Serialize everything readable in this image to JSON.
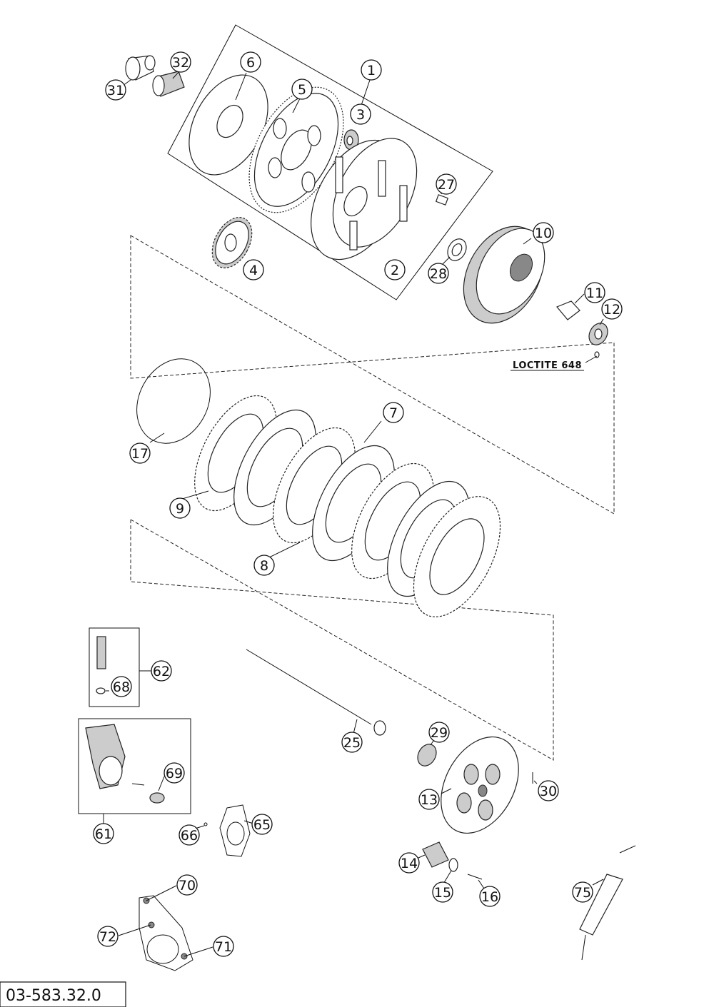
{
  "diagram": {
    "callouts": [
      "1",
      "2",
      "3",
      "4",
      "5",
      "6",
      "7",
      "8",
      "9",
      "10",
      "11",
      "12",
      "13",
      "14",
      "15",
      "16",
      "17",
      "25",
      "27",
      "28",
      "29",
      "30",
      "31",
      "32",
      "61",
      "62",
      "65",
      "66",
      "68",
      "69",
      "70",
      "71",
      "72",
      "75"
    ],
    "note": "LOCTITE 648",
    "drawing_code": "03-583.32.0"
  }
}
